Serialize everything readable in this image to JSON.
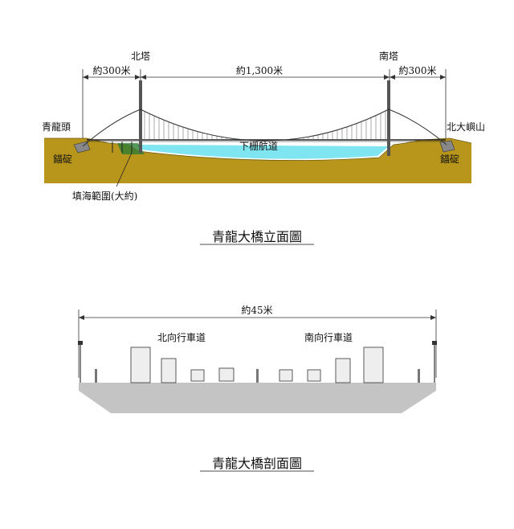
{
  "elevation": {
    "label_north_tower": "北塔",
    "label_south_tower": "南塔",
    "dim_left": "約300米",
    "dim_main": "約1,300米",
    "dim_right": "約300米",
    "label_left_land": "青龍頭",
    "label_right_land": "北大嶼山",
    "label_anchor_left": "錨碇",
    "label_anchor_right": "錨碇",
    "label_channel": "下栅航道",
    "label_reclamation": "填海範圍(大約)",
    "title": "青龍大橋立面圖"
  },
  "section": {
    "dim_width": "約45米",
    "label_northbound": "北向行車道",
    "label_southbound": "南向行車道",
    "title": "青龍大橋剖面圖"
  },
  "colors": {
    "ground": "#b8961c",
    "water": "#7fe5f0",
    "deck": "#c4c4c4",
    "tower": "#555555"
  }
}
